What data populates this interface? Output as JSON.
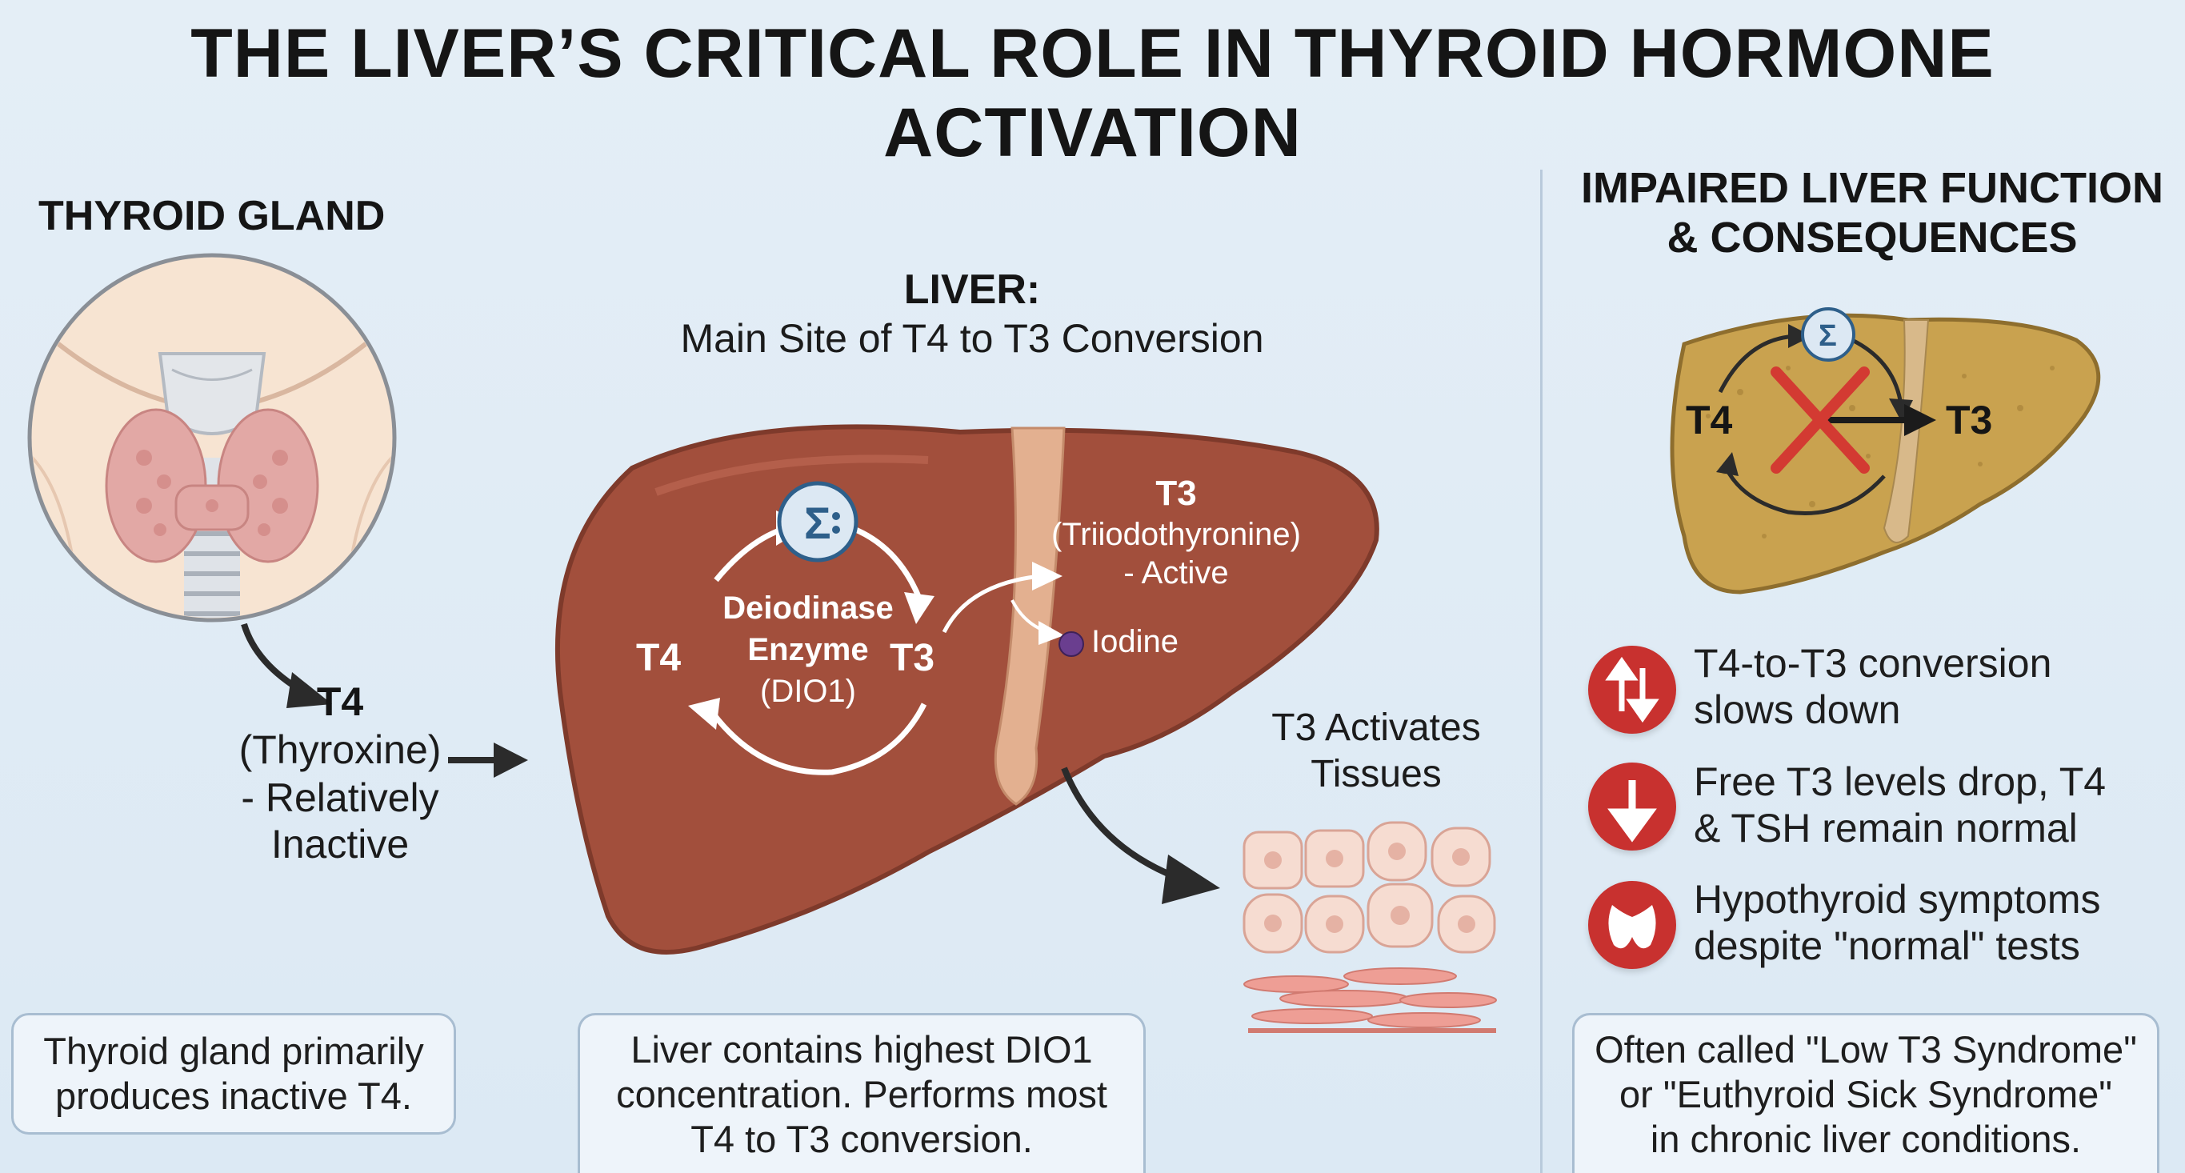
{
  "title": "THE LIVER’S CRITICAL ROLE IN THYROID HORMONE ACTIVATION",
  "thyroid": {
    "heading": "THYROID GLAND",
    "hormone_label": "T4",
    "hormone_name": "(Thyroxine)",
    "hormone_note_1": "- Relatively",
    "hormone_note_2": "Inactive",
    "box_text_1": "Thyroid gland primarily",
    "box_text_2": "produces inactive T4."
  },
  "liver": {
    "heading": "LIVER:",
    "subheading": "Main Site of T4 to T3 Conversion",
    "enzyme_line_1": "Deiodinase",
    "enzyme_line_2": "Enzyme",
    "enzyme_line_3": "(DIO1)",
    "input_label": "T4",
    "output_label": "T3",
    "product_label": "T3",
    "product_name": "(Triiodothyronine)",
    "product_note": "- Active",
    "byproduct": "Iodine",
    "tissues_line_1": "T3 Activates",
    "tissues_line_2": "Tissues",
    "box_text_1": "Liver contains highest DIO1",
    "box_text_2": "concentration. Performs most",
    "box_text_3": "T4 to T3 conversion."
  },
  "impaired": {
    "heading_1": "IMPAIRED LIVER FUNCTION",
    "heading_2": "& CONSEQUENCES",
    "input_label": "T4",
    "output_label": "T3",
    "consequences": [
      {
        "line1": "T4-to-T3 conversion",
        "line2": "slows down",
        "icon": "up-down-arrows-icon"
      },
      {
        "line1": "Free T3 levels drop, T4",
        "line2": "& TSH remain normal",
        "icon": "down-arrow-icon"
      },
      {
        "line1": "Hypothyroid symptoms",
        "line2": "despite \"normal\" tests",
        "icon": "thyroid-icon"
      }
    ],
    "box_text_1": "Often called \"Low T3 Syndrome\"",
    "box_text_2": "or \"Euthyroid Sick Syndrome\"",
    "box_text_3": "in chronic liver conditions."
  },
  "colors": {
    "liver": "#a24f3c",
    "liver_dark": "#7e3a2b",
    "diseased_liver": "#c9a24f",
    "alert_red": "#c8312f",
    "background": "#e0ecf5"
  }
}
